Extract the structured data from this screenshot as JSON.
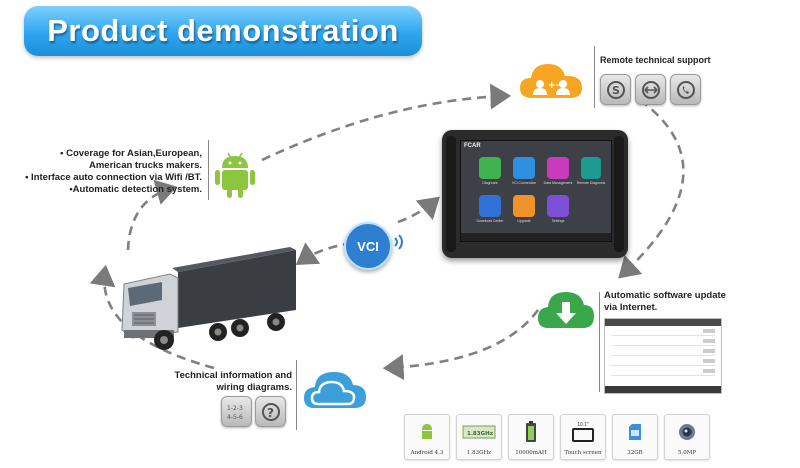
{
  "banner": {
    "title": "Product demonstration"
  },
  "remote_support": {
    "title": "Remote  technical support",
    "icons": [
      "skype-icon",
      "teamviewer-icon",
      "phone-icon"
    ]
  },
  "coverage": {
    "lines": [
      "• Coverage for Asian,European,",
      "American trucks makers.",
      "• Interface auto connection via Wifi /BT.",
      "•Automatic detection system."
    ]
  },
  "vci": {
    "label": "VCI"
  },
  "tablet": {
    "brand": "FCAR",
    "apps": [
      {
        "label": "Diagnosis",
        "color": "#3fb34f"
      },
      {
        "label": "VCI Connection",
        "color": "#2e8fe0"
      },
      {
        "label": "Data Management",
        "color": "#c93bbd"
      },
      {
        "label": "Remote Diagnosis",
        "color": "#1e9b8f"
      },
      {
        "label": "Download Center",
        "color": "#2e72d8"
      },
      {
        "label": "Upgrade",
        "color": "#f0912a"
      },
      {
        "label": "Settings",
        "color": "#7b4fd6"
      }
    ]
  },
  "software_update": {
    "title_line1": "Automatic  software update",
    "title_line2": "via Internet."
  },
  "tech_info": {
    "line1": "Technical information and",
    "line2": "wiring diagrams."
  },
  "specs": [
    {
      "label": "Android 4.3",
      "icon": "android-icon"
    },
    {
      "label": "1.83GHz",
      "icon": "cpu-icon"
    },
    {
      "label": "10000mAH",
      "icon": "battery-icon"
    },
    {
      "label": "Touch screen",
      "icon": "touchscreen-icon",
      "sub": "10.1\""
    },
    {
      "label": "32GB",
      "icon": "sd-card-icon"
    },
    {
      "label": "5.0MP",
      "icon": "camera-icon"
    }
  ],
  "spec_chip_text": "1.83GHz",
  "colors": {
    "banner": "#2ea6ef",
    "android": "#8cc63f",
    "cloud_orange": "#f6a623",
    "cloud_green": "#3aa84a",
    "cloud_blue": "#3a9fdb"
  }
}
